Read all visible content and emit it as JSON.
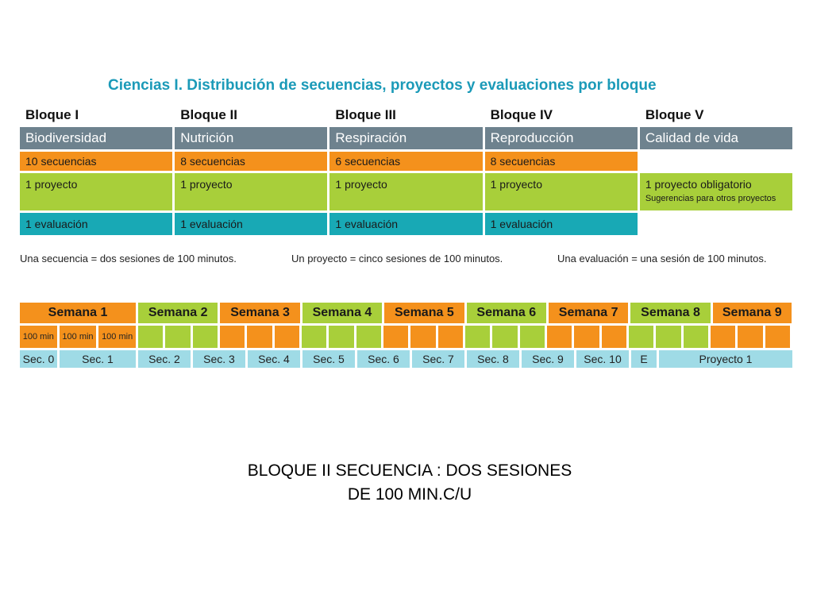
{
  "title": "Ciencias I. Distribución de secuencias, proyectos y evaluaciones por bloque",
  "bloques": [
    {
      "header": "Bloque I",
      "topic": "Biodiversidad",
      "secuencias": "10 secuencias",
      "proyecto": "1 proyecto",
      "proyecto_sub": "",
      "evaluacion": "1 evaluación"
    },
    {
      "header": "Bloque II",
      "topic": "Nutrición",
      "secuencias": "8 secuencias",
      "proyecto": "1 proyecto",
      "proyecto_sub": "",
      "evaluacion": "1 evaluación"
    },
    {
      "header": "Bloque III",
      "topic": "Respiración",
      "secuencias": "6 secuencias",
      "proyecto": "1 proyecto",
      "proyecto_sub": "",
      "evaluacion": "1 evaluación"
    },
    {
      "header": "Bloque IV",
      "topic": "Reproducción",
      "secuencias": "8 secuencias",
      "proyecto": "1 proyecto",
      "proyecto_sub": "",
      "evaluacion": "1 evaluación"
    },
    {
      "header": "Bloque V",
      "topic": "Calidad de vida",
      "secuencias": "",
      "proyecto": "1 proyecto obligatorio",
      "proyecto_sub": "Sugerencias para otros proyectos",
      "evaluacion": ""
    }
  ],
  "notes": {
    "secuencia": "Una secuencia = dos sesiones de 100 minutos.",
    "proyecto": "Un proyecto = cinco sesiones de 100 minutos.",
    "evaluacion": "Una evaluación = una sesión de 100 minutos."
  },
  "semanas": [
    "Semana 1",
    "Semana 2",
    "Semana 3",
    "Semana 4",
    "Semana 5",
    "Semana 6",
    "Semana 7",
    "Semana 8",
    "Semana 9"
  ],
  "session_label": "100 min",
  "secuencias_row": [
    "Sec. 0",
    "Sec. 1",
    "Sec. 2",
    "Sec. 3",
    "Sec. 4",
    "Sec. 5",
    "Sec. 6",
    "Sec. 7",
    "Sec. 8",
    "Sec. 9",
    "Sec. 10",
    "E",
    "Proyecto 1"
  ],
  "caption": "BLOQUE II  SECUENCIA : DOS SESIONES DE 100 MIN.C/U",
  "colors": {
    "title": "#1b9ab8",
    "topic": "#6e828e",
    "orange": "#f4911c",
    "green": "#a8cf3a",
    "teal": "#18a9b5",
    "light_blue": "#9fdbe6"
  }
}
